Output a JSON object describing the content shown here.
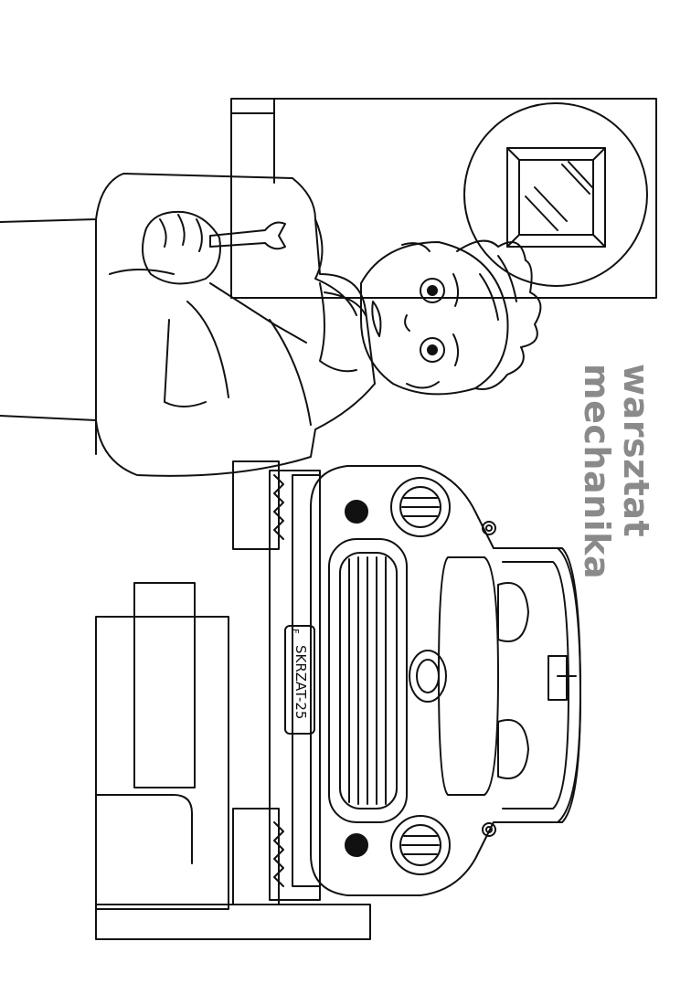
{
  "title": {
    "line1": "warsztat",
    "line2": "mechanika"
  },
  "car": {
    "plate_number": "SKRZAT-25",
    "plate_country": "F"
  },
  "colors": {
    "title_gray": "#8a8a8a",
    "line": "#111111",
    "background": "#ffffff"
  }
}
